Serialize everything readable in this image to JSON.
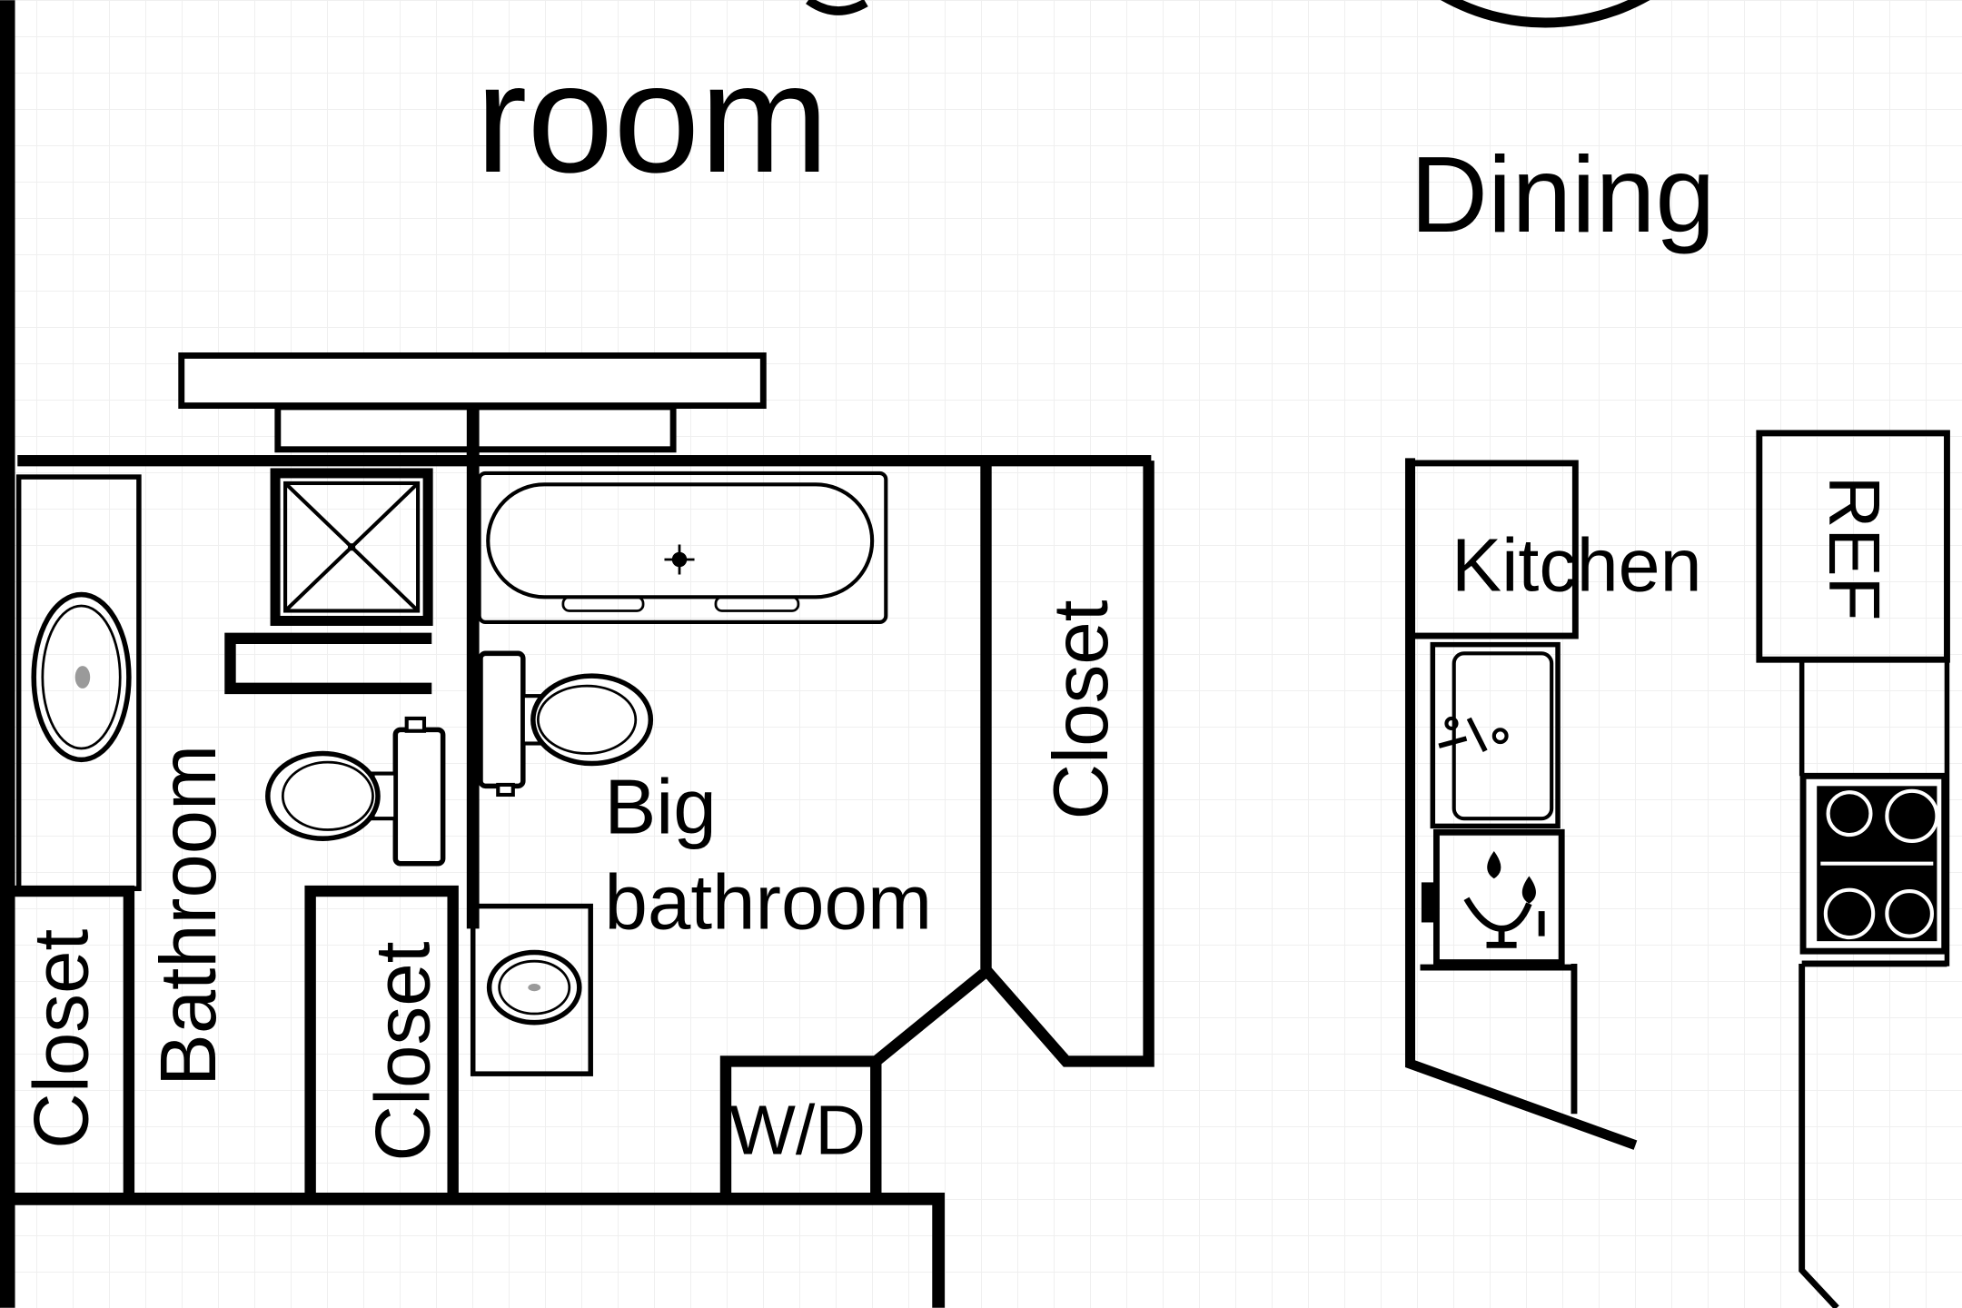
{
  "floor_plan": {
    "living_room_label": "room",
    "dining_label": "Dining",
    "kitchen_label": "Kitchen",
    "refrigerator_label": "REF",
    "bathroom_label": "Bathroom",
    "big_bathroom_label": [
      "Big",
      "bathroom"
    ],
    "washer_dryer_label": "W/D",
    "closet_labels": [
      "Closet",
      "Closet",
      "Closet"
    ]
  },
  "colors": {
    "walls": "#000000",
    "background": "#ffffff",
    "grid": "#efefef",
    "fixture_dot": "#9a9a9a"
  }
}
